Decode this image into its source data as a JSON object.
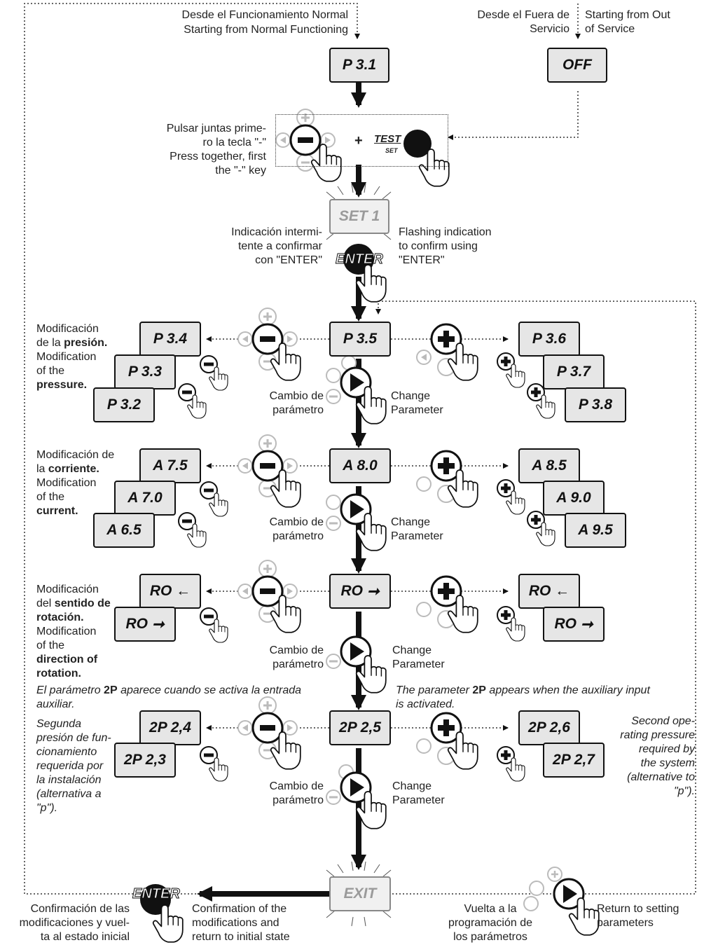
{
  "top": {
    "normal_es": "Desde el Funcionamiento Normal",
    "normal_en": "Starting from Normal Functioning",
    "oos_es": "Desde el Fuera de\nServicio",
    "oos_en": "Starting from Out\nof Service"
  },
  "boxes": {
    "p31": "P 3.1",
    "off": "OFF",
    "set1": "SET 1",
    "p35": "P 3.5",
    "p34": "P 3.4",
    "p33": "P 3.3",
    "p32": "P 3.2",
    "p36": "P 3.6",
    "p37": "P 3.7",
    "p38": "P 3.8",
    "a80": "A  8.0",
    "a75": "A  7.5",
    "a70": "A  7.0",
    "a65": "A  6.5",
    "a85": "A  8.5",
    "a90": "A  9.0",
    "a95": "A  9.5",
    "ro_main": "RO",
    "ro_l1": "RO",
    "ro_l2": "RO",
    "ro_r1": "RO",
    "ro_r2": "RO",
    "p2p25": "2P 2,5",
    "p2p24": "2P 2,4",
    "p2p23": "2P 2,3",
    "p2p26": "2P 2,6",
    "p2p27": "2P 2,7",
    "exit": "EXIT"
  },
  "labels": {
    "press_es": "Pulsar juntas prime-\nro la tecla \"-\"",
    "press_en": "Press together, first\nthe \"-\" key",
    "flash_es": "Indicación intermi-\ntente a confirmar\ncon \"ENTER\"",
    "flash_en": "Flashing indication\nto confirm using\n\"ENTER\"",
    "cambio": "Cambio de\nparámetro",
    "change": "Change\nParameter",
    "enter": "ENTER",
    "test": "TEST",
    "set": "SET",
    "plus_sign": "+",
    "confirm_es": "Confirmación de las\nmodificaciones y vuel-\nta al estado inicial",
    "confirm_en": "Confirmation of the\nmodifications and\nreturn to initial state",
    "vuelta_es": "Vuelta a la\nprogramación de\nlos parámetros",
    "return_en": "Return to setting\nparameters"
  },
  "side": {
    "pres_es_1": "Modificación",
    "pres_es_2": "de la ",
    "pres_es_b": "presión.",
    "pres_en_1": "Modification",
    "pres_en_2": "of the",
    "pres_en_b": "pressure.",
    "cur_es_1": "Modificación de",
    "cur_es_2": "la ",
    "cur_es_b": "corriente.",
    "cur_en_1": "Modification",
    "cur_en_2": "of the",
    "cur_en_b": "current.",
    "rot_es_1": "Modificación",
    "rot_es_2": "del ",
    "rot_es_b1": "sentido de",
    "rot_es_b2": "rotación.",
    "rot_en_1": "Modification",
    "rot_en_2": "of the",
    "rot_en_b1": "direction of",
    "rot_en_b2": "rotation."
  },
  "notes": {
    "aux_es_a": "El parámetro ",
    "aux_es_b": "2P",
    "aux_es_c": " aparece cuando se activa la entrada\nauxiliar.",
    "aux_en_a": "The parameter ",
    "aux_en_b": "2P",
    "aux_en_c": " appears when the auxiliary input\nis activated.",
    "second_es": "Segunda\npresión de fun-\ncionamiento\nrequerida por\nla instalación\n(alternativa a\n\"p\").",
    "second_en": "Second ope-\nrating pressure\nrequired by\nthe system\n(alternative to\n\"p\")."
  }
}
